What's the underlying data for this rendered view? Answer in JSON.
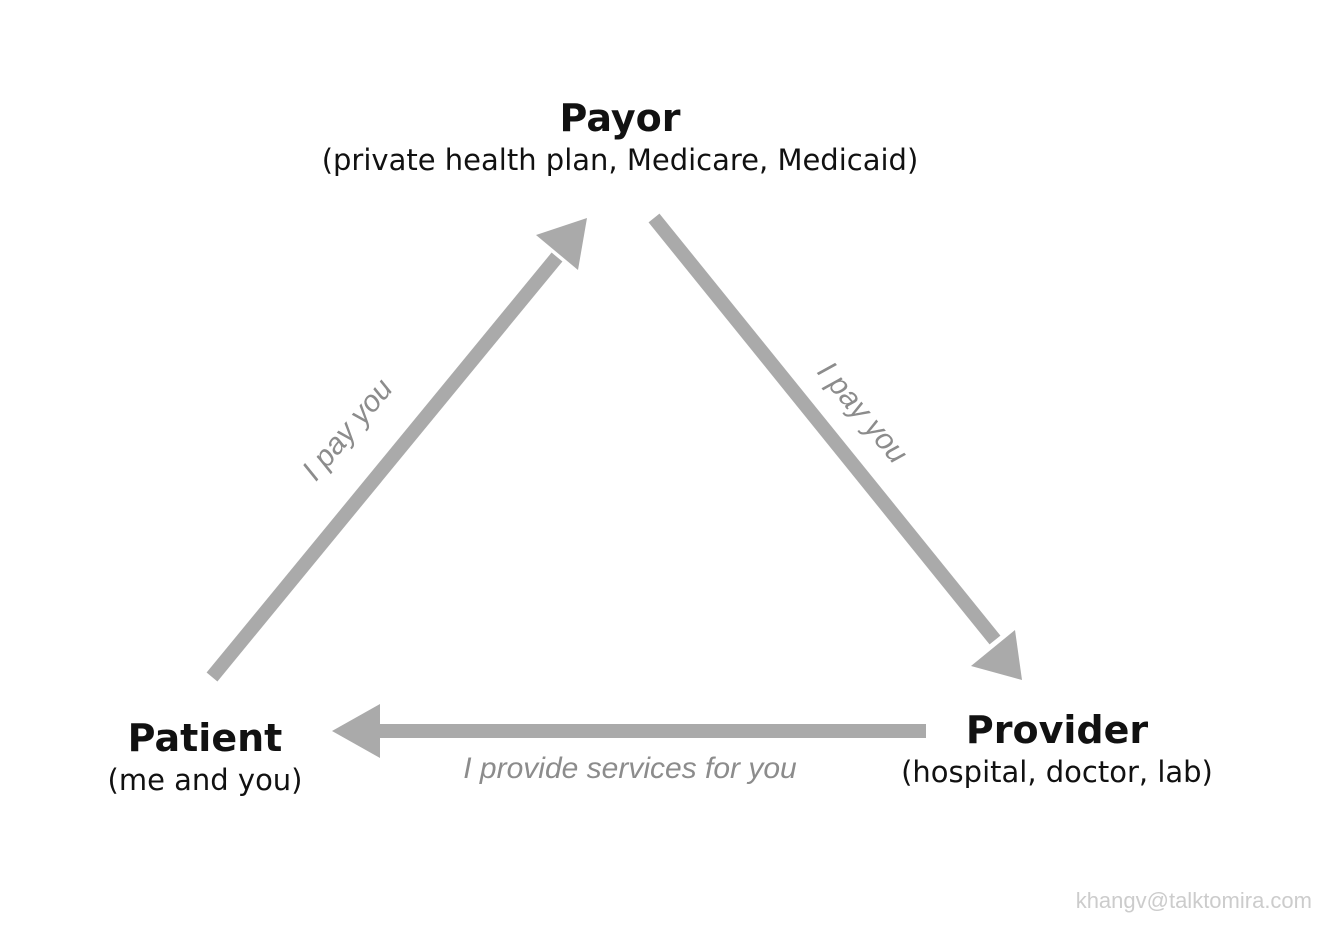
{
  "nodes": {
    "payor": {
      "title": "Payor",
      "subtitle": "(private health plan, Medicare, Medicaid)"
    },
    "patient": {
      "title": "Patient",
      "subtitle": "(me and you)"
    },
    "provider": {
      "title": "Provider",
      "subtitle": "(hospital, doctor, lab)"
    }
  },
  "edges": {
    "patient_to_payor": "I pay you",
    "payor_to_provider": "I pay you",
    "provider_to_patient": "I provide services for you"
  },
  "watermark": "khangv@talktomira.com",
  "colors": {
    "arrow": "#aaaaaa",
    "edge_label": "#8c8c8c",
    "node_text": "#111111",
    "watermark": "#cccccc"
  }
}
